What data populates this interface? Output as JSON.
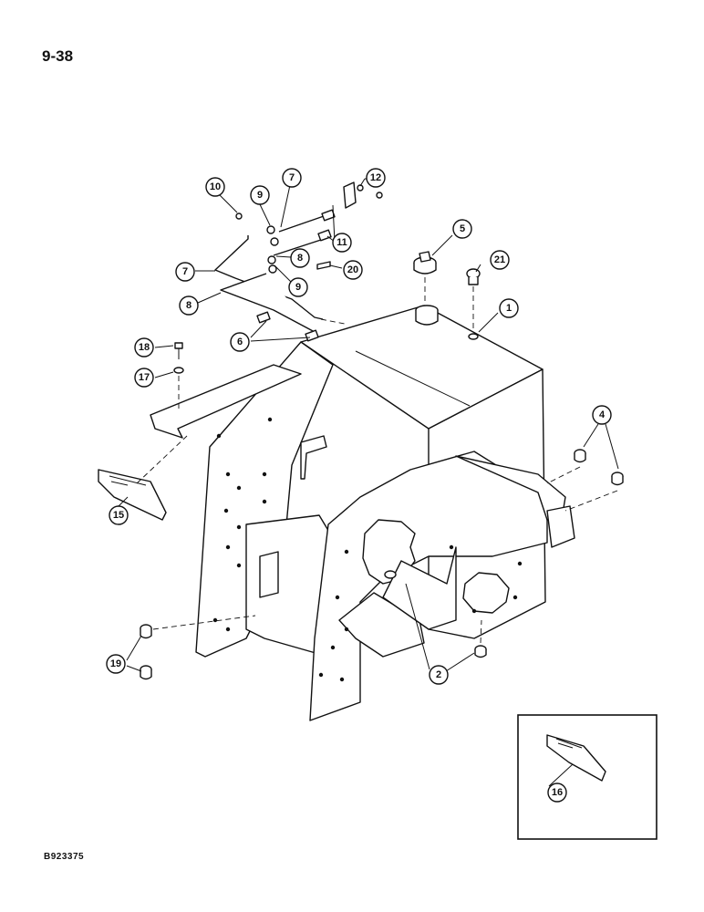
{
  "page": {
    "number": "9-38",
    "figure_id": "B923375"
  },
  "callouts": [
    {
      "id": "c1",
      "label": "1"
    },
    {
      "id": "c2",
      "label": "2"
    },
    {
      "id": "c4",
      "label": "4"
    },
    {
      "id": "c5",
      "label": "5"
    },
    {
      "id": "c6",
      "label": "6"
    },
    {
      "id": "c7a",
      "label": "7"
    },
    {
      "id": "c7b",
      "label": "7"
    },
    {
      "id": "c8a",
      "label": "8"
    },
    {
      "id": "c8b",
      "label": "8"
    },
    {
      "id": "c9a",
      "label": "9"
    },
    {
      "id": "c9b",
      "label": "9"
    },
    {
      "id": "c10",
      "label": "10"
    },
    {
      "id": "c11",
      "label": "11"
    },
    {
      "id": "c12",
      "label": "12"
    },
    {
      "id": "c15",
      "label": "15"
    },
    {
      "id": "c16",
      "label": "16"
    },
    {
      "id": "c17",
      "label": "17"
    },
    {
      "id": "c18",
      "label": "18"
    },
    {
      "id": "c19",
      "label": "19"
    },
    {
      "id": "c20",
      "label": "20"
    },
    {
      "id": "c21",
      "label": "21"
    }
  ]
}
